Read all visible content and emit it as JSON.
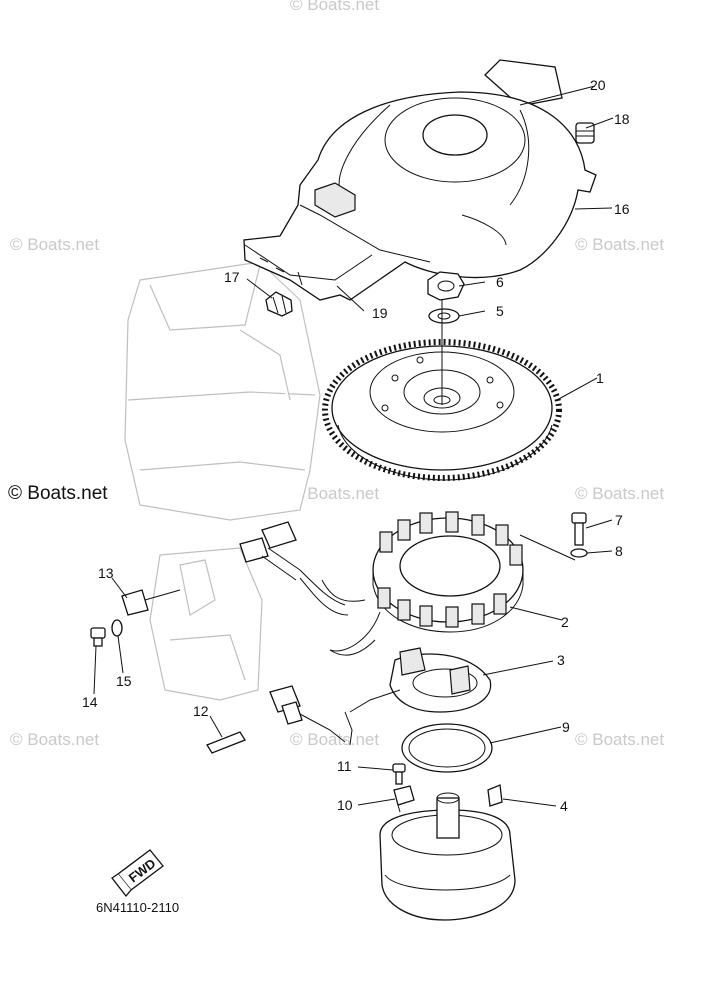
{
  "diagram": {
    "code": "6N41110-2110",
    "fwd_label": "FWD",
    "watermark": "© Boats.net",
    "callouts": [
      "1",
      "2",
      "3",
      "4",
      "5",
      "6",
      "7",
      "8",
      "9",
      "10",
      "11",
      "12",
      "13",
      "14",
      "15",
      "16",
      "17",
      "18",
      "19",
      "20"
    ]
  }
}
